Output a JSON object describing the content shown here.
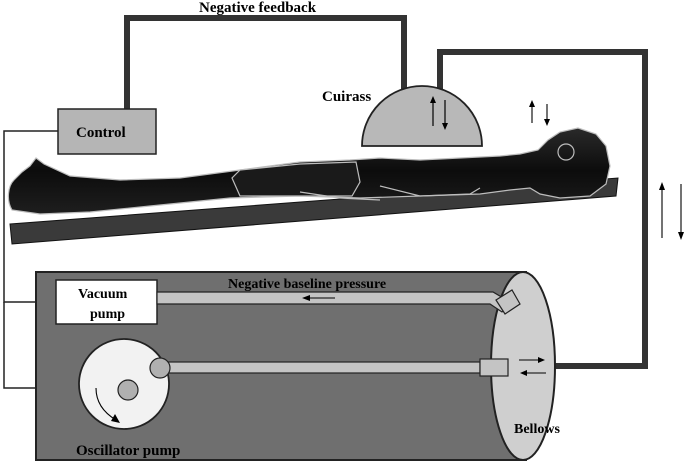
{
  "labels": {
    "negative_feedback": "Negative feedback",
    "cuirass": "Cuirass",
    "control": "Control",
    "vacuum_pump_line1": "Vacuum",
    "vacuum_pump_line2": "pump",
    "negative_baseline_pressure": "Negative baseline pressure",
    "oscillator_pump": "Oscillator pump",
    "bellows": "Bellows"
  }
}
